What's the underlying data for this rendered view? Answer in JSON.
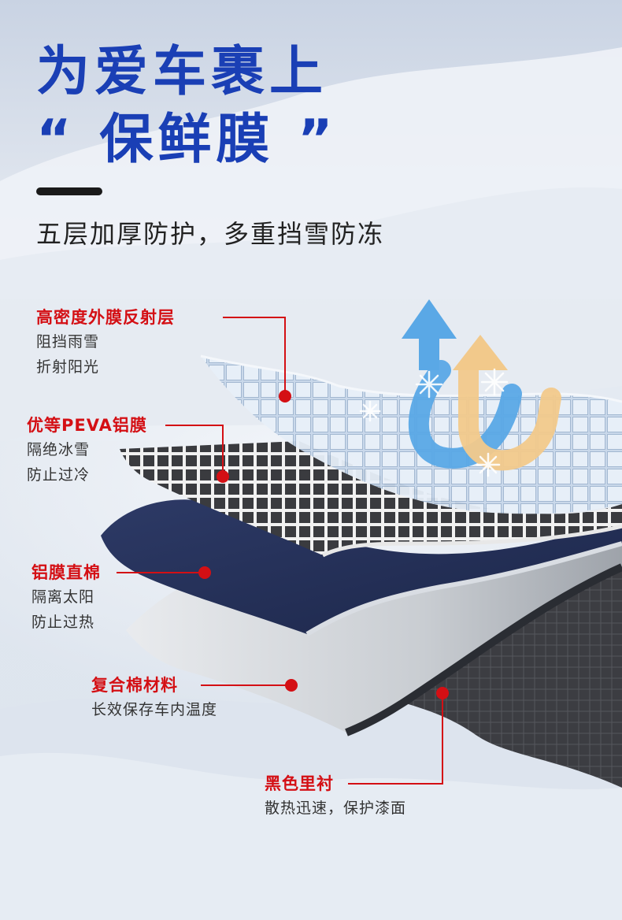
{
  "heading": {
    "line1": "为爱车裹上",
    "line2": "“ 保鲜膜 ”"
  },
  "subtitle": "五层加厚防护，多重挡雪防冻",
  "colors": {
    "title": "#1a3fb5",
    "label_name": "#d40f14",
    "callout_line": "#d40f14",
    "arrow_blue": "#5aa8e6",
    "arrow_orange": "#f2c98b"
  },
  "layers": [
    {
      "name": "高密度外膜反射层",
      "desc": [
        "阻挡雨雪",
        "折射阳光"
      ]
    },
    {
      "name": "优等PEVA铝膜",
      "desc": [
        "隔绝冰雪",
        "防止过冷"
      ]
    },
    {
      "name": "铝膜直棉",
      "desc": [
        "隔离太阳",
        "防止过热"
      ]
    },
    {
      "name": "复合棉材料",
      "desc": [
        "长效保存车内温度"
      ]
    },
    {
      "name": "黑色里衬",
      "desc": [
        "散热迅速，保护漆面"
      ]
    }
  ],
  "icons": [
    "reflect-arrows-icon",
    "snowflake-icon"
  ]
}
